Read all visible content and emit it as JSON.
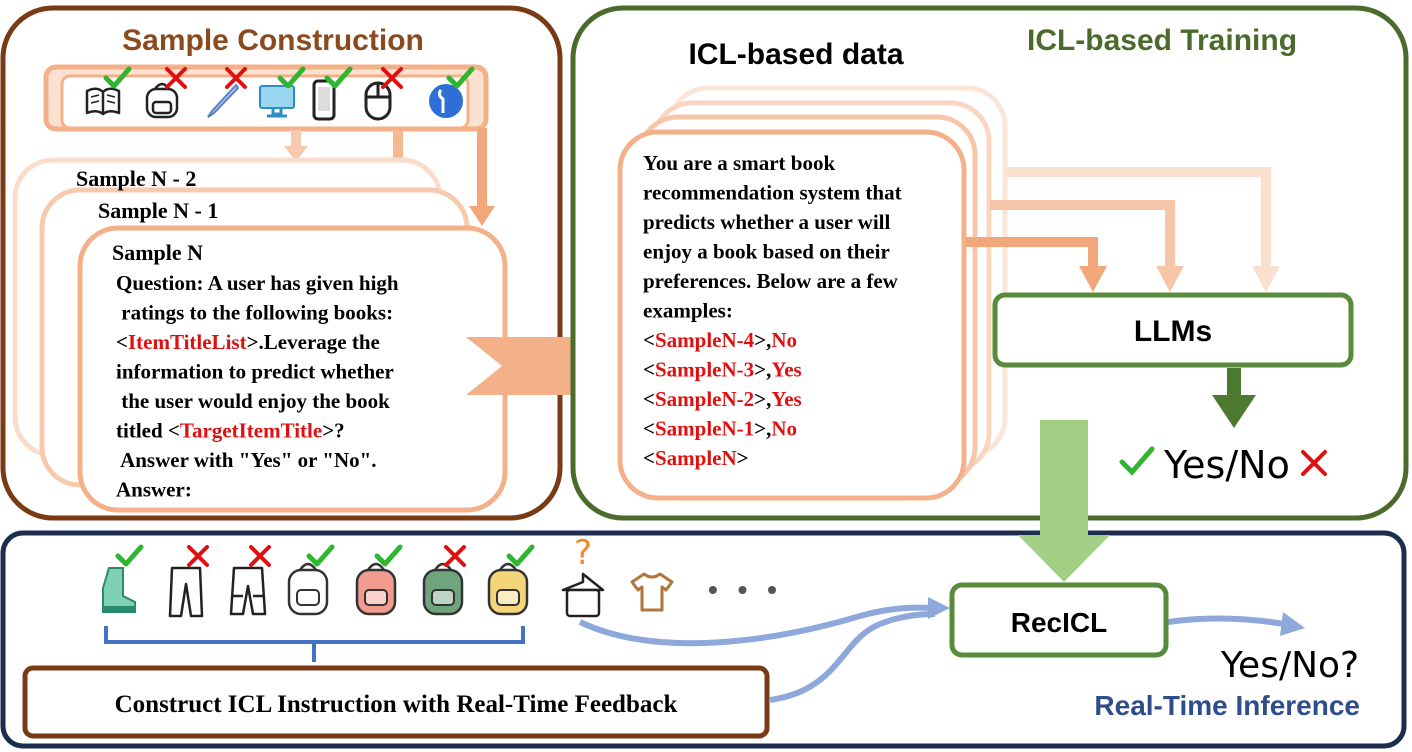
{
  "sample_construction": {
    "title": "Sample Construction",
    "samples": [
      "Sample N - 2",
      "Sample N - 1",
      "Sample N"
    ],
    "prompt_lines": [
      [
        {
          "t": "Question: A user has given high"
        }
      ],
      [
        {
          "t": " ratings to the following books:"
        }
      ],
      [
        {
          "t": "<"
        },
        {
          "t": "ItemTitleList",
          "red": true
        },
        {
          "t": ">.Leverage the"
        }
      ],
      [
        {
          "t": "information to predict whether"
        }
      ],
      [
        {
          "t": " the user would enjoy the book"
        }
      ],
      [
        {
          "t": "titled <"
        },
        {
          "t": "TargetItemTitle",
          "red": true
        },
        {
          "t": ">?"
        }
      ],
      [
        {
          "t": " Answer with \"Yes\" or \"No\"."
        }
      ],
      [
        {
          "t": "Answer:"
        }
      ]
    ],
    "items": [
      {
        "icon": "book-icon",
        "mark": "check"
      },
      {
        "icon": "backpack-icon",
        "mark": "cross"
      },
      {
        "icon": "pen-icon",
        "mark": "cross"
      },
      {
        "icon": "monitor-icon",
        "mark": "check"
      },
      {
        "icon": "phone-icon",
        "mark": "check"
      },
      {
        "icon": "mouse-icon",
        "mark": "cross"
      },
      {
        "icon": "app-badge-icon",
        "mark": "check"
      }
    ]
  },
  "icl_training": {
    "title": "ICL-based Training",
    "data_title": "ICL-based data",
    "prompt_lines": [
      [
        {
          "t": "You are a smart book"
        }
      ],
      [
        {
          "t": "recommendation system that"
        }
      ],
      [
        {
          "t": "predicts whether a user will"
        }
      ],
      [
        {
          "t": "enjoy a book based on their"
        }
      ],
      [
        {
          "t": "preferences. Below are a few"
        }
      ],
      [
        {
          "t": "examples:"
        }
      ],
      [
        {
          "t": "<"
        },
        {
          "t": "SampleN-4",
          "red": true
        },
        {
          "t": ">,"
        },
        {
          "t": "No",
          "red": true
        }
      ],
      [
        {
          "t": "<"
        },
        {
          "t": "SampleN-3",
          "red": true
        },
        {
          "t": ">,"
        },
        {
          "t": "Yes",
          "red": true
        }
      ],
      [
        {
          "t": "<"
        },
        {
          "t": "SampleN-2",
          "red": true
        },
        {
          "t": ">,"
        },
        {
          "t": "Yes",
          "red": true
        }
      ],
      [
        {
          "t": "<"
        },
        {
          "t": "SampleN-1",
          "red": true
        },
        {
          "t": ">,"
        },
        {
          "t": "No",
          "red": true
        }
      ],
      [
        {
          "t": "<"
        },
        {
          "t": "SampleN",
          "red": true
        },
        {
          "t": ">"
        }
      ]
    ],
    "model_label": "LLMs",
    "output_label": "Yes/No"
  },
  "real_time": {
    "title": "Real-Time Inference",
    "instruction_label": "Construct ICL Instruction with Real-Time Feedback",
    "model_label": "RecICL",
    "output_label": "Yes/No?",
    "items": [
      {
        "icon": "boot-icon",
        "mark": "check"
      },
      {
        "icon": "trousers-icon",
        "mark": "cross"
      },
      {
        "icon": "shorts-icon",
        "mark": "cross"
      },
      {
        "icon": "backpack-icon",
        "mark": "check"
      },
      {
        "icon": "backpack-icon",
        "mark": "check"
      },
      {
        "icon": "backpack-icon",
        "mark": "cross"
      },
      {
        "icon": "backpack-icon",
        "mark": "check"
      },
      {
        "icon": "hanger-icon",
        "mark": "question"
      },
      {
        "icon": "tshirt-icon",
        "mark": "none"
      }
    ],
    "ellipsis": "• • •"
  },
  "colors": {
    "brown": "#7a3a14",
    "green": "#4a6b2c",
    "navy": "#1c2d4f",
    "peach": "#f4b088",
    "red": "#e01010",
    "check": "#2fb52f",
    "light_green": "#a3cf85",
    "blue_arrow": "#8fa8dc",
    "title_blue": "#2e4d8a"
  }
}
